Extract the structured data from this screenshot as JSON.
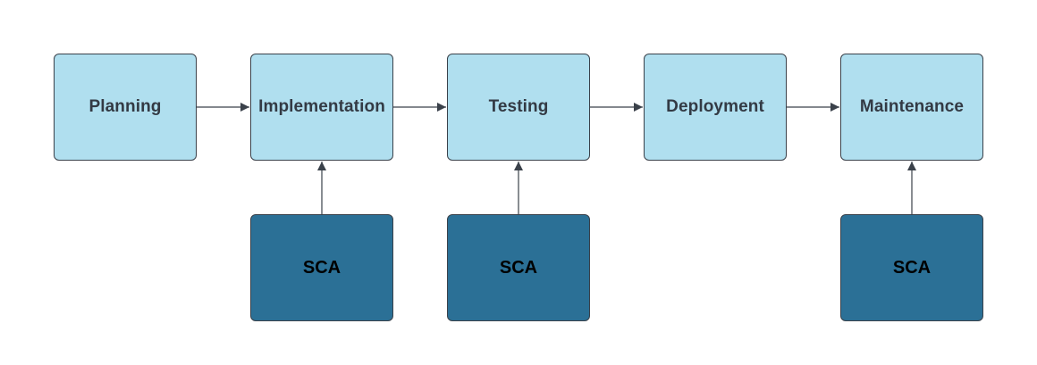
{
  "colors": {
    "stage_fill": "#b0dfef",
    "stage_text": "#333a44",
    "sca_fill": "#2b7096",
    "sca_text": "#000000",
    "line": "#3a414a",
    "background": "#ffffff"
  },
  "stages": [
    {
      "id": "planning",
      "label": "Planning"
    },
    {
      "id": "implementation",
      "label": "Implementation"
    },
    {
      "id": "testing",
      "label": "Testing"
    },
    {
      "id": "deployment",
      "label": "Deployment"
    },
    {
      "id": "maintenance",
      "label": "Maintenance"
    }
  ],
  "sca_nodes": [
    {
      "id": "sca-1",
      "label": "SCA",
      "feeds": "implementation"
    },
    {
      "id": "sca-2",
      "label": "SCA",
      "feeds": "testing"
    },
    {
      "id": "sca-3",
      "label": "SCA",
      "feeds": "maintenance"
    }
  ],
  "flow": [
    {
      "from": "planning",
      "to": "implementation"
    },
    {
      "from": "implementation",
      "to": "testing"
    },
    {
      "from": "testing",
      "to": "deployment"
    },
    {
      "from": "deployment",
      "to": "maintenance"
    },
    {
      "from": "sca-1",
      "to": "implementation"
    },
    {
      "from": "sca-2",
      "to": "testing"
    },
    {
      "from": "sca-3",
      "to": "maintenance"
    }
  ]
}
